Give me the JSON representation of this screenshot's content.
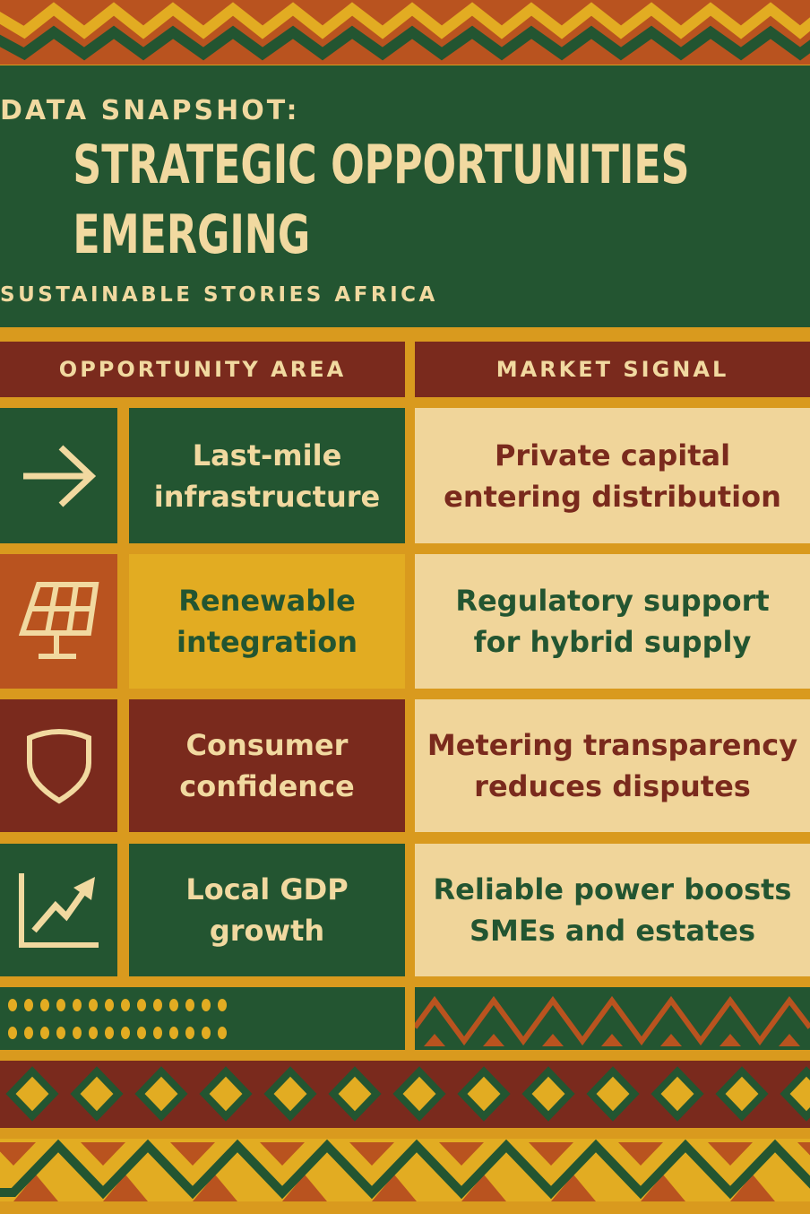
{
  "header": {
    "kicker": "DATA SNAPSHOT:",
    "title_line1": "STRATEGIC OPPORTUNITIES",
    "title_line2": "EMERGING",
    "subtitle": "SUSTAINABLE STORIES AFRICA"
  },
  "table": {
    "columns": [
      "OPPORTUNITY AREA",
      "MARKET SIGNAL"
    ],
    "rows": [
      {
        "icon": "arrow-right-icon",
        "area_line1": "Last-mile",
        "area_line2": "infrastructure",
        "signal_line1": "Private capital",
        "signal_line2": "entering distribution"
      },
      {
        "icon": "solar-panel-icon",
        "area_line1": "Renewable",
        "area_line2": "integration",
        "signal_line1": "Regulatory support",
        "signal_line2": "for hybrid supply"
      },
      {
        "icon": "shield-icon",
        "area_line1": "Consumer",
        "area_line2": "confidence",
        "signal_line1": "Metering transparency",
        "signal_line2": "reduces disputes"
      },
      {
        "icon": "growth-chart-icon",
        "area_line1": "Local GDP",
        "area_line2": "growth",
        "signal_line1": "Reliable power boosts",
        "signal_line2": "SMEs and estates"
      }
    ]
  },
  "colors": {
    "green": "#235531",
    "rust": "#b9531f",
    "maroon": "#7a2a1d",
    "gold": "#e2ac22",
    "cream": "#f0d59a",
    "text_cream": "#f1d9a0"
  }
}
